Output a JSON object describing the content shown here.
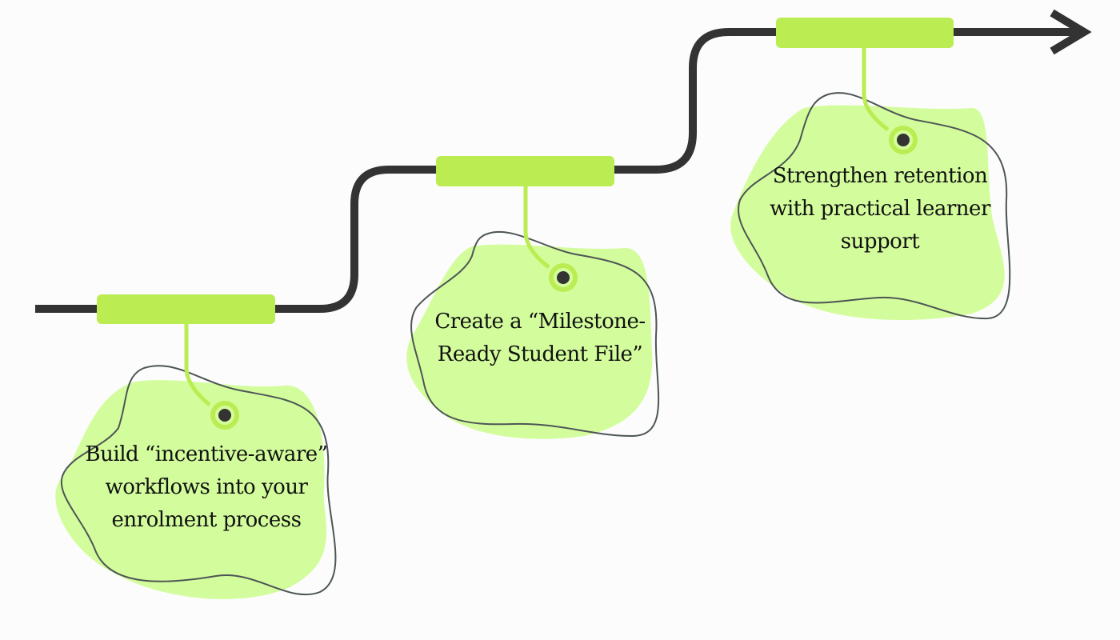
{
  "diagram": {
    "type": "stepped-roadmap",
    "colors": {
      "path": "#333333",
      "tab": "#bbec52",
      "blob": "#d3fd9c",
      "outline": "#4d5555",
      "dot": "#333333"
    },
    "steps": [
      {
        "id": "step-1",
        "text": "Build “incentive-aware” workflows into your enrolment process"
      },
      {
        "id": "step-2",
        "text": "Create a “Milestone-Ready Student File”"
      },
      {
        "id": "step-3",
        "text": "Strengthen retention with practical learner support"
      }
    ],
    "end_marker": "arrow-right-icon"
  }
}
